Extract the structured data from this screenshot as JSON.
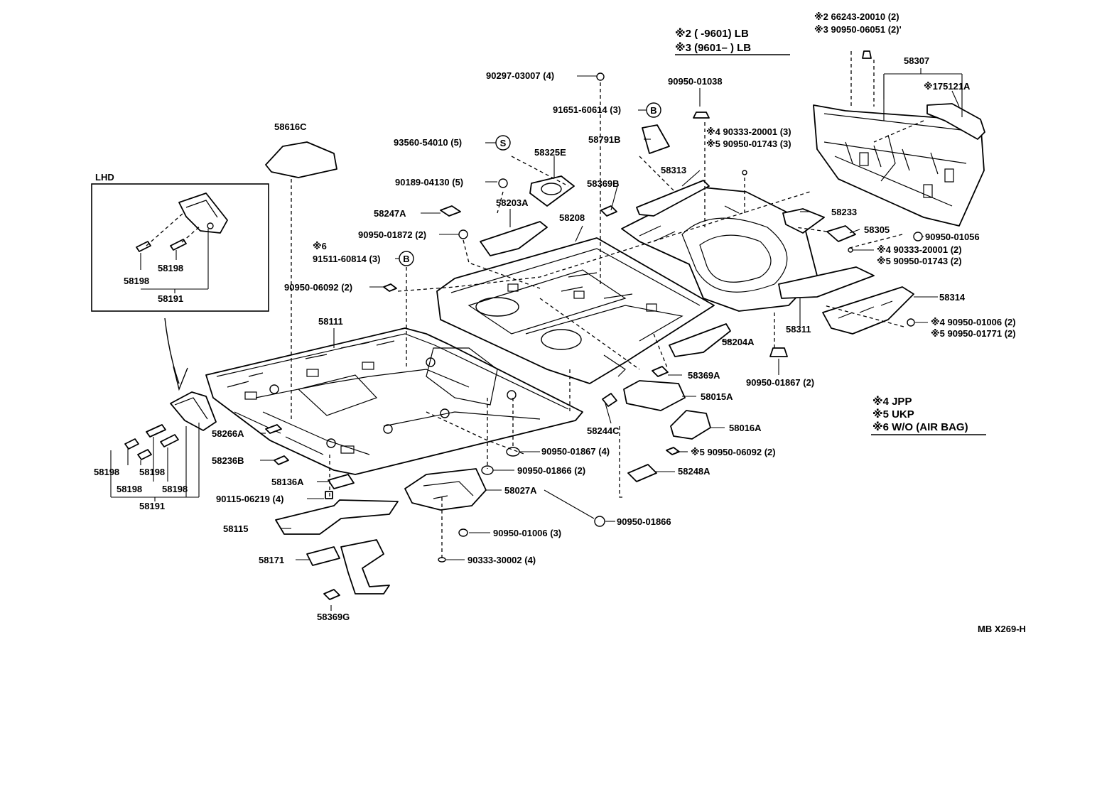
{
  "callouts": [
    {
      "id": "c1",
      "text": "※2 66243-20010 (2)"
    },
    {
      "id": "c2",
      "text": "※3 90950-06051 (2)'"
    },
    {
      "id": "c3",
      "text": "58307"
    },
    {
      "id": "c4",
      "text": "※175121A"
    },
    {
      "id": "c5",
      "text": "90297-03007 (4)"
    },
    {
      "id": "c6",
      "text": "90950-01038"
    },
    {
      "id": "c7",
      "text": "91651-60614 (3)"
    },
    {
      "id": "c8",
      "text": "58791B"
    },
    {
      "id": "c9",
      "text": "※4 90333-20001 (3)"
    },
    {
      "id": "c10",
      "text": "※5 90950-01743 (3)"
    },
    {
      "id": "c11",
      "text": "58616C"
    },
    {
      "id": "c12",
      "text": "93560-54010 (5)"
    },
    {
      "id": "c13",
      "text": "58325E"
    },
    {
      "id": "c14",
      "text": "58313"
    },
    {
      "id": "c15",
      "text": "90189-04130 (5)"
    },
    {
      "id": "c16",
      "text": "58369B"
    },
    {
      "id": "c17",
      "text": "58203A"
    },
    {
      "id": "c18",
      "text": "58247A"
    },
    {
      "id": "c19",
      "text": "58208"
    },
    {
      "id": "c20",
      "text": "58233"
    },
    {
      "id": "c21",
      "text": "58305"
    },
    {
      "id": "c22",
      "text": "90950-01056"
    },
    {
      "id": "c23",
      "text": "90950-01872 (2)"
    },
    {
      "id": "c24",
      "text": "※6"
    },
    {
      "id": "c25",
      "text": "91511-60814 (3)"
    },
    {
      "id": "c26",
      "text": "※4 90333-20001 (2)"
    },
    {
      "id": "c27",
      "text": "※5 90950-01743 (2)"
    },
    {
      "id": "c28",
      "text": "90950-06092 (2)"
    },
    {
      "id": "c29",
      "text": "58314"
    },
    {
      "id": "c30",
      "text": "58111"
    },
    {
      "id": "c31",
      "text": "58311"
    },
    {
      "id": "c32",
      "text": "※4 90950-01006 (2)"
    },
    {
      "id": "c33",
      "text": "※5 90950-01771 (2)"
    },
    {
      "id": "c34",
      "text": "58204A"
    },
    {
      "id": "c35",
      "text": "58369A"
    },
    {
      "id": "c36",
      "text": "90950-01867 (2)"
    },
    {
      "id": "c37",
      "text": "58015A"
    },
    {
      "id": "c38",
      "text": "58016A"
    },
    {
      "id": "c39",
      "text": "58266A"
    },
    {
      "id": "c40",
      "text": "58244C"
    },
    {
      "id": "c41",
      "text": "58236B"
    },
    {
      "id": "c42",
      "text": "90950-01867 (4)"
    },
    {
      "id": "c43",
      "text": "※5 90950-06092 (2)"
    },
    {
      "id": "c44",
      "text": "58198"
    },
    {
      "id": "c45",
      "text": "58198"
    },
    {
      "id": "c46",
      "text": "90950-01866 (2)"
    },
    {
      "id": "c47",
      "text": "58248A"
    },
    {
      "id": "c48",
      "text": "58198"
    },
    {
      "id": "c49",
      "text": "58198"
    },
    {
      "id": "c50",
      "text": "58136A"
    },
    {
      "id": "c51",
      "text": "58027A"
    },
    {
      "id": "c52",
      "text": "58191"
    },
    {
      "id": "c53",
      "text": "90115-06219 (4)"
    },
    {
      "id": "c54",
      "text": "90950-01866"
    },
    {
      "id": "c55",
      "text": "58115"
    },
    {
      "id": "c56",
      "text": "90950-01006 (3)"
    },
    {
      "id": "c57",
      "text": "58171"
    },
    {
      "id": "c58",
      "text": "90333-30002 (4)"
    },
    {
      "id": "c59",
      "text": "58369G"
    },
    {
      "id": "c60",
      "text": "LHD"
    },
    {
      "id": "c61",
      "text": "58198"
    },
    {
      "id": "c62",
      "text": "58198"
    },
    {
      "id": "c63",
      "text": "58191"
    }
  ],
  "legend_top": {
    "row1": "※2 (        -9601) LB",
    "row2": "※3 (9601–        ) LB"
  },
  "legend_bottom": {
    "row1": "※4 JPP",
    "row2": "※5 UKP",
    "row3": "※6 W/O (AIR BAG)"
  },
  "markers": {
    "s": "S",
    "b1": "B",
    "b2": "B"
  },
  "footer_code": "MB X269-H"
}
